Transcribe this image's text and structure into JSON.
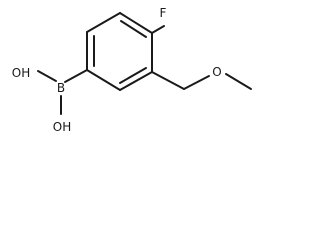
{
  "molecule": {
    "atoms": {
      "fluorine": "F",
      "boron": "B",
      "hydroxyl_top": "OH",
      "hydroxyl_bottom": "OH",
      "ether_oxygen": "O"
    },
    "colors": {
      "bond": "#1a1a1a",
      "label": "#1a1a1a",
      "background": "#ffffff"
    }
  }
}
